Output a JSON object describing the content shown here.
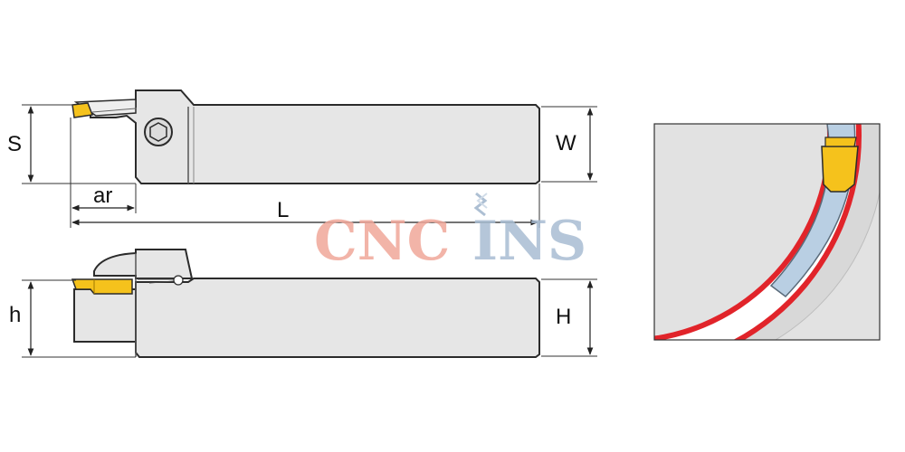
{
  "labels": {
    "S": "S",
    "ar": "ar",
    "L": "L",
    "W": "W",
    "h": "h",
    "H": "H"
  },
  "watermark": {
    "part1": "CNC",
    "part2": "INS"
  },
  "colors": {
    "tool_fill": "#e6e6e6",
    "outline": "#2b2b2b",
    "insert": "#f5c21c",
    "groove_red": "#e1242a",
    "holder_blue": "#b9cfe3",
    "watermark_red": "#f0a79a",
    "watermark_blue": "#a9bdd3"
  }
}
